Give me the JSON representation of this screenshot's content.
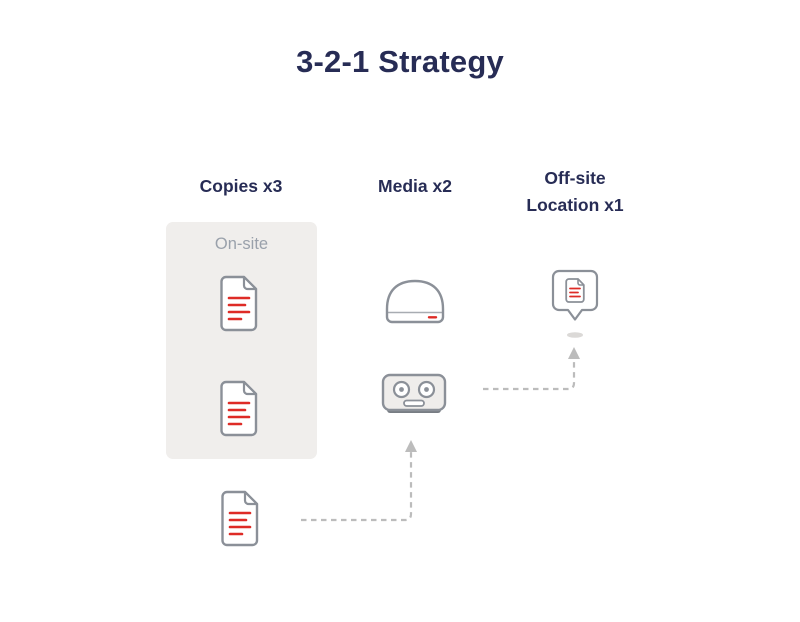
{
  "title": "3-2-1 Strategy",
  "columns": {
    "copies": {
      "label": "Copies x3"
    },
    "media": {
      "label": "Media x2"
    },
    "offsite": {
      "label_line1": "Off-site",
      "label_line2": "Location x1"
    }
  },
  "onsite_panel": {
    "label": "On-site"
  },
  "icons": {
    "copies_column": [
      "document-icon",
      "document-icon",
      "document-icon"
    ],
    "media_column": [
      "hard-drive-icon",
      "tape-drive-icon"
    ],
    "offsite_column": [
      "location-pin-icon"
    ]
  },
  "colors": {
    "background": "#ffffff",
    "title_text": "#272c55",
    "heading_text": "#272c55",
    "onsite_text": "#9aa1ab",
    "panel_background": "#f0eeec",
    "icon_outline": "#8b9098",
    "accent_red": "#de2b26",
    "arrow": "#bcbcbc"
  }
}
